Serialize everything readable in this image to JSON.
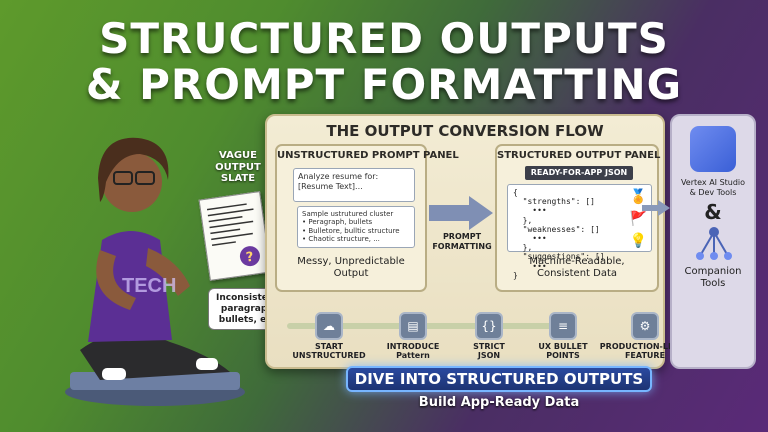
{
  "title": {
    "line1": "STRUCTURED OUTPUTS",
    "line2": "& PROMPT FORMATTING"
  },
  "vague": "VAGUE\nOUTPUT\nSLATE",
  "slate_note": "Inconsistent,\nparagraph,\nbullets, etc.",
  "shirt_text": "TECH",
  "main": {
    "heading": "THE OUTPUT CONVERSION FLOW",
    "unstructured": {
      "heading": "UNSTRUCTURED PROMPT PANEL",
      "card1": "Analyze resume for:\n[Resume Text]...",
      "card2": "Sample ustrutured cluster\n• Peragraph, bullets\n• Bulletore, bulltic structure\n• Chaotic structure, ...",
      "caption": "Messy, Unpredictable\nOutput"
    },
    "arrow_label": "PROMPT\nFORMATTING",
    "structured": {
      "heading": "STRUCTURED OUTPUT PANEL",
      "tag": "READY-FOR-APP JSON",
      "json": "{\n  \"strengths\": []\n    •••\n  },\n  \"weaknesses\": []\n    •••\n  },\n  \"suggestions\": []\n    •••\n}",
      "caption": "Machine-Readable,\nConsistent Data"
    },
    "steps": [
      {
        "label": "START\nUNSTRUCTURED",
        "icon": "cloud-icon"
      },
      {
        "label": "INTRODUCE\nPattern",
        "icon": "document-icon"
      },
      {
        "label": "STRICT\nJSON",
        "icon": "json-file-icon"
      },
      {
        "label": "UX BULLET\nPOINTS",
        "icon": "list-icon"
      },
      {
        "label": "PRODUCTION-LEVEL\nFEATURE",
        "icon": "gear-icon"
      }
    ]
  },
  "vertex": {
    "title": "Vertex AI Studio\n& Dev Tools",
    "amp": "&",
    "tools": "Companion\nTools"
  },
  "cta": {
    "main": "DIVE INTO STRUCTURED OUTPUTS",
    "sub": "Build App-Ready Data"
  }
}
